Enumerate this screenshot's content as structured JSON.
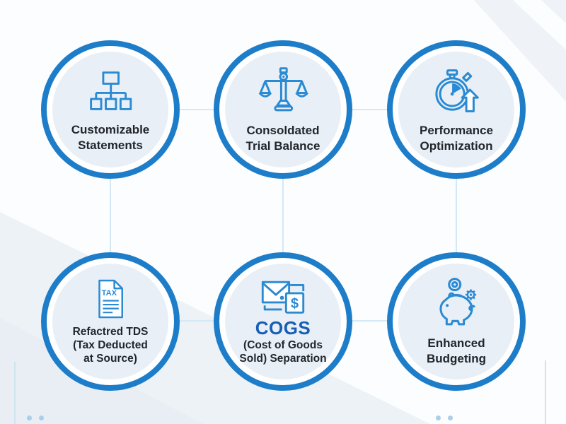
{
  "colors": {
    "ring": "#1d7dc9",
    "icon_stroke": "#2a8ad2",
    "inner_fill": "#e9eff6",
    "label_text": "#21262c",
    "cogs_heading": "#175fb5",
    "connector": "#d5e8f6",
    "dots": "#a9cfe9",
    "accent_line": "#cfe4ef",
    "background_band": "#edf2f7"
  },
  "features": [
    {
      "label": "Customizable\nStatements",
      "icon": "org-chart-icon"
    },
    {
      "label": "Consoldated\nTrial Balance",
      "icon": "balance-scale-icon"
    },
    {
      "label": "Performance\nOptimization",
      "icon": "stopwatch-arrow-icon"
    },
    {
      "label": "Refactred TDS\n(Tax Deducted\nat Source)",
      "icon": "tax-document-icon"
    },
    {
      "heading": "COGS",
      "label": "(Cost of Goods\nSold) Separation",
      "icon": "envelope-dollar-icon"
    },
    {
      "label": "Enhanced\nBudgeting",
      "icon": "piggy-bank-icon"
    }
  ],
  "icons": {
    "tax_label": "TAX",
    "dollar_glyph": "$"
  }
}
